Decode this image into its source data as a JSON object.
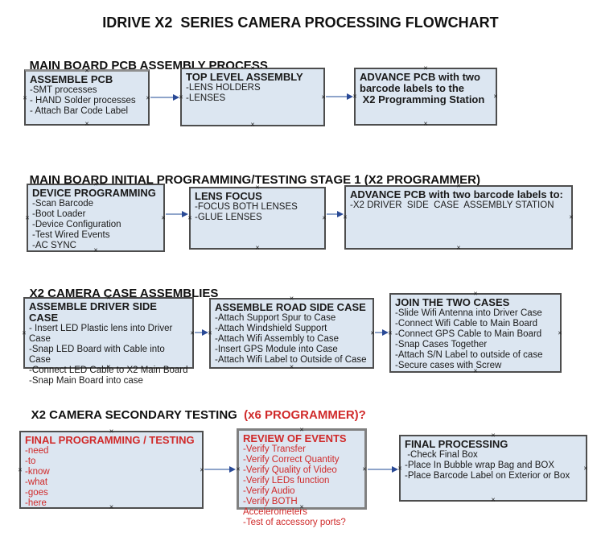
{
  "title": "IDRIVE X2  SERIES CAMERA PROCESSING FLOWCHART",
  "connector_glyph": "×",
  "colors": {
    "box_fill": "#dce6f1",
    "box_border": "#4d4d4d",
    "arrow_line": "#8ea4ca",
    "arrow_head": "#2a4a96",
    "red_text": "#d02a2a",
    "black_text": "#1a1a1a"
  },
  "sections": [
    {
      "heading": "MAIN BOARD PCB ASSEMBLY PROCESS",
      "boxes": [
        {
          "title": "ASSEMBLE PCB",
          "items": [
            "-SMT processes",
            "- HAND Solder processes",
            "- Attach Bar Code Label"
          ]
        },
        {
          "title": "TOP LEVEL ASSEMBLY",
          "items": [
            "-LENS HOLDERS",
            "-LENSES"
          ]
        },
        {
          "title": "ADVANCE PCB with two barcode labels to the\n X2 Programming Station",
          "items": []
        }
      ]
    },
    {
      "heading": "MAIN BOARD INITIAL PROGRAMMING/TESTING STAGE 1 (X2 PROGRAMMER)",
      "boxes": [
        {
          "title": "DEVICE PROGRAMMING",
          "items": [
            "-Scan Barcode",
            "-Boot Loader",
            "-Device Configuration",
            "-Test Wired Events",
            "-AC SYNC"
          ]
        },
        {
          "title": "LENS FOCUS",
          "items": [
            "-FOCUS BOTH LENSES",
            "-GLUE LENSES"
          ]
        },
        {
          "title": "ADVANCE PCB with two barcode labels to:",
          "items": [
            "-X2 DRIVER  SIDE  CASE  ASSEMBLY STATION"
          ]
        }
      ]
    },
    {
      "heading": "X2 CAMERA CASE ASSEMBLIES",
      "boxes": [
        {
          "title": "ASSEMBLE DRIVER SIDE CASE",
          "items": [
            "- Insert LED Plastic lens into Driver Case",
            "-Snap LED Board with Cable into Case",
            "-Connect LED Cable to X2 Main Board",
            "-Snap Main Board into case"
          ]
        },
        {
          "title": "ASSEMBLE ROAD SIDE CASE",
          "items": [
            "-Attach Support Spur to Case",
            "-Attach Windshield Support",
            "-Attach Wifi Assembly to Case",
            "-Insert GPS Module into Case",
            "-Attach Wifi Label to Outside of Case"
          ]
        },
        {
          "title": "JOIN THE TWO CASES",
          "items": [
            "-Slide Wifi Antenna into Driver Case",
            "-Connect Wifi Cable to Main Board",
            "-Connect GPS Cable to Main Board",
            "-Snap Cases Together",
            "-Attach S/N Label to outside of case",
            "-Secure cases with Screw"
          ]
        }
      ]
    },
    {
      "heading": "X2 CAMERA SECONDARY TESTING  ",
      "heading_red": "(x6 PROGRAMMER)?",
      "boxes": [
        {
          "title": "FINAL PROGRAMMING / TESTING",
          "items": [
            "-need",
            "-to",
            "-know",
            "-what",
            "-goes",
            "-here"
          ]
        },
        {
          "title": "REVIEW OF EVENTS",
          "items": [
            "-Verify Transfer",
            "-Verify Correct Quantity",
            "-Verify Quality of Video",
            "-Verify LEDs function",
            "-Verify Audio",
            "-Verify BOTH Accelerometers",
            "-Test of accessory ports?"
          ]
        },
        {
          "title": "FINAL PROCESSING",
          "items": [
            " -Check Final Box",
            "-Place In Bubble wrap Bag and BOX",
            "-Place Barcode Label on Exterior or Box"
          ]
        }
      ]
    }
  ]
}
